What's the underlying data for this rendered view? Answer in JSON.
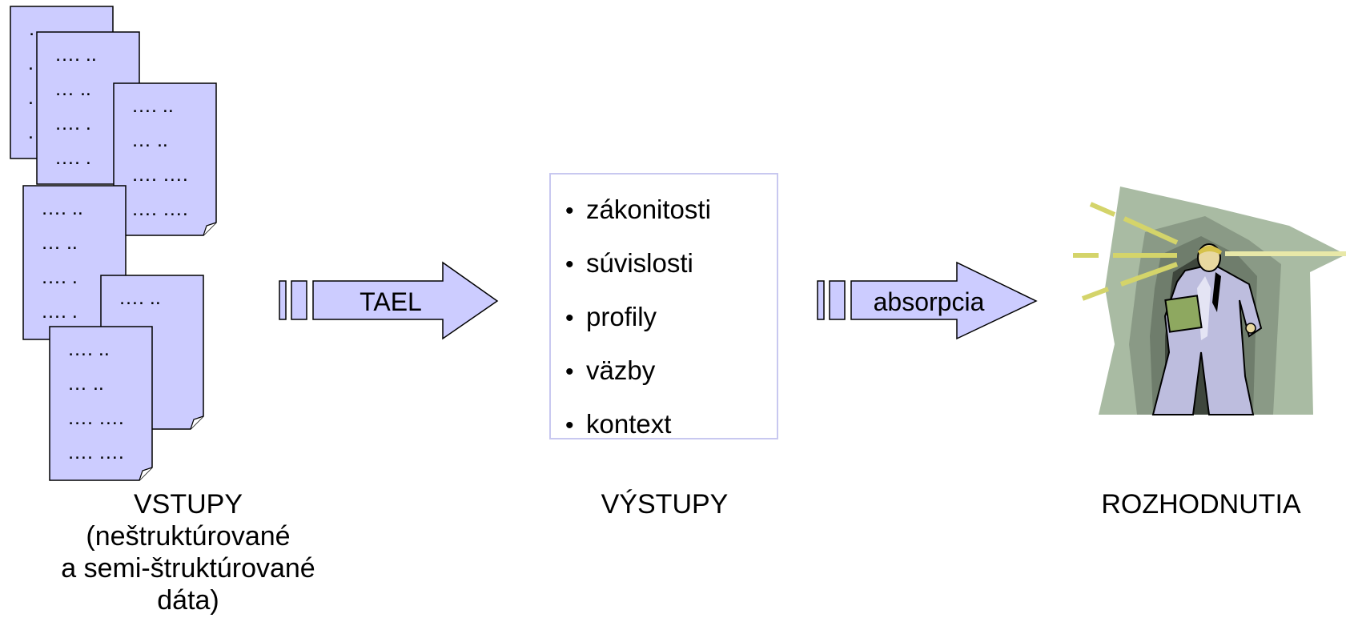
{
  "diagram": {
    "inputs": {
      "caption_lines": [
        "VSTUPY",
        "(neštruktúrované",
        "a semi-štruktúrované",
        "dáta)"
      ],
      "documents": [
        {
          "lines": [
            "…. ..",
            ".",
            ".",
            "."
          ]
        },
        {
          "lines": [
            "…. ..",
            "… ..",
            "…. .",
            "…. ."
          ]
        },
        {
          "lines": [
            "…. ..",
            "… ..",
            "…. ….",
            "…. …."
          ]
        },
        {
          "lines": [
            "…. ..",
            "… ..",
            "…. .",
            "…. ."
          ]
        },
        {
          "lines": [
            "…. ..",
            "..",
            "….",
            "…."
          ]
        },
        {
          "lines": [
            "…. ..",
            "… ..",
            "…. ….",
            "…. …."
          ]
        }
      ]
    },
    "arrow_1": {
      "label": "TAEL"
    },
    "outputs": {
      "caption": "VÝSTUPY",
      "items": [
        "zákonitosti",
        "súvislosti",
        "profily",
        "väzby",
        "kontext"
      ],
      "bullet": "•"
    },
    "arrow_2": {
      "label": "absorpcia"
    },
    "decisions": {
      "caption": "ROZHODNUTIA"
    },
    "colors": {
      "document_fill": "#ccccff",
      "arrow_fill": "#ccccff",
      "outline": "#000000",
      "box_border": "#c8c8f0",
      "figure_bg_light": "#a9bba3",
      "figure_bg_dark": "#5f6a5d",
      "light_rays": "#d4d46a"
    }
  }
}
